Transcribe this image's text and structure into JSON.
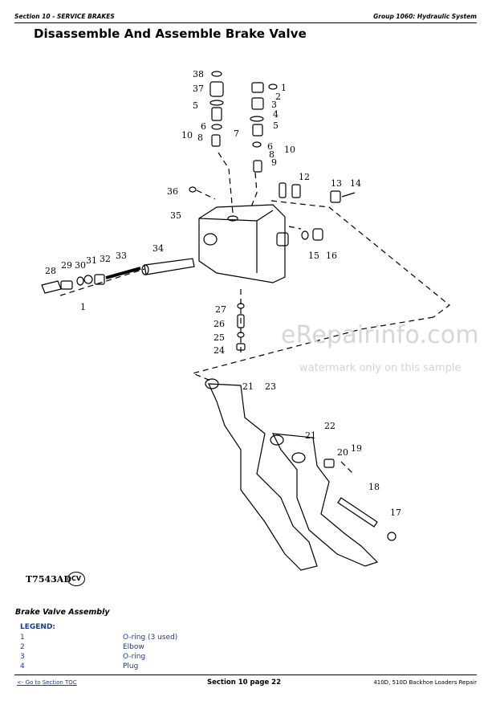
{
  "header": {
    "left": "Section 10 - SERVICE BRAKES",
    "right": "Group 1060: Hydraulic System"
  },
  "title": "Disassemble And Assemble Brake Valve",
  "figure": {
    "callouts": [
      "38",
      "37",
      "5",
      "10",
      "8",
      "6",
      "7",
      "1",
      "2",
      "3",
      "4",
      "5",
      "6",
      "8",
      "9",
      "10",
      "12",
      "13",
      "14",
      "36",
      "35",
      "34",
      "28",
      "29",
      "30",
      "31",
      "32",
      "33",
      "1",
      "15",
      "16",
      "27",
      "26",
      "25",
      "24",
      "21",
      "23",
      "22",
      "21",
      "20",
      "19",
      "18",
      "17"
    ],
    "figure_id": "T7543AD",
    "badge": "CV"
  },
  "watermark": {
    "main": "eRepairinfo.com",
    "sub": "watermark only on this sample"
  },
  "caption": "Brake Valve Assembly",
  "legend": {
    "title": "LEGEND:",
    "items": [
      {
        "num": "1",
        "desc": "O-ring (3 used)"
      },
      {
        "num": "2",
        "desc": "Elbow"
      },
      {
        "num": "3",
        "desc": "O-ring"
      },
      {
        "num": "4",
        "desc": "Plug"
      }
    ]
  },
  "footer": {
    "link": "<- Go to Section TOC",
    "page": "Section 10 page 22",
    "right": "410D, 510D Backhoe Loaders Repair"
  }
}
